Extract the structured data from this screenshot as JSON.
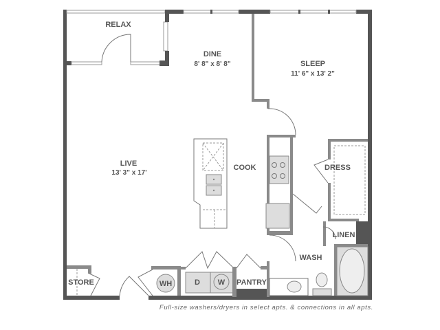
{
  "rooms": {
    "relax": {
      "name": "RELAX"
    },
    "dine": {
      "name": "DINE",
      "dims": "8' 8\" x 8' 8\""
    },
    "sleep": {
      "name": "SLEEP",
      "dims": "11' 6\" x 13' 2\""
    },
    "live": {
      "name": "LIVE",
      "dims": "13' 3\" x 17'"
    },
    "cook": {
      "name": "COOK"
    },
    "dress": {
      "name": "DRESS"
    },
    "linen": {
      "name": "LINEN"
    },
    "wash": {
      "name": "WASH"
    },
    "store": {
      "name": "STORE"
    },
    "pantry": {
      "name": "PANTRY"
    }
  },
  "fixtures": {
    "water_heater": "WH",
    "dryer": "D",
    "washer": "W"
  },
  "caption": "Full-size washers/dryers in select apts. & connections in all apts."
}
